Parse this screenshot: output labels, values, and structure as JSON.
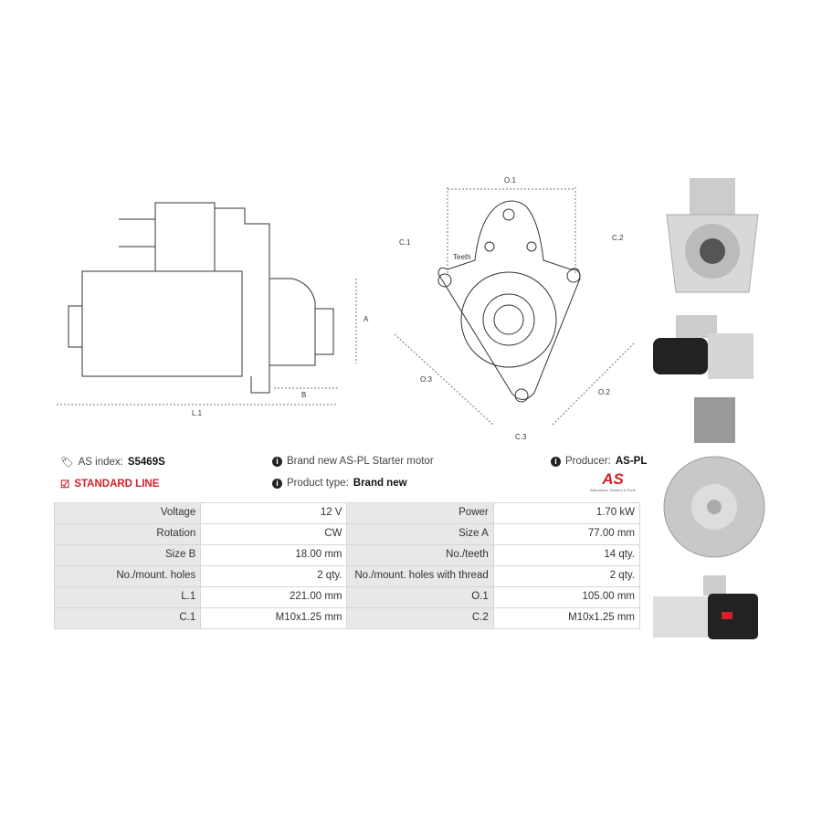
{
  "drawing_labels": {
    "l1": "L.1",
    "a": "A",
    "b": "B",
    "o1": "O.1",
    "o2": "O.2",
    "o3": "O.3",
    "c1": "C.1",
    "c2": "C.2",
    "c3": "C.3",
    "teeth": "Teeth"
  },
  "info": {
    "as_index_label": "AS index:",
    "as_index_value": "S5469S",
    "line": "STANDARD LINE",
    "description": "Brand new AS-PL Starter motor",
    "product_type_label": "Product type:",
    "product_type_value": "Brand new",
    "producer_label": "Producer:",
    "producer_value": "AS-PL",
    "logo_text": "AS",
    "logo_tagline": "Alternators, Starters & Parts"
  },
  "specs": [
    [
      {
        "label": "Voltage",
        "value": "12 V"
      },
      {
        "label": "Power",
        "value": "1.70 kW"
      }
    ],
    [
      {
        "label": "Rotation",
        "value": "CW"
      },
      {
        "label": "Size A",
        "value": "77.00 mm"
      }
    ],
    [
      {
        "label": "Size B",
        "value": "18.00 mm"
      },
      {
        "label": "No./teeth",
        "value": "14 qty."
      }
    ],
    [
      {
        "label": "No./mount. holes",
        "value": "2 qty."
      },
      {
        "label": "No./mount. holes with thread",
        "value": "2 qty."
      }
    ],
    [
      {
        "label": "L.1",
        "value": "221.00 mm"
      },
      {
        "label": "O.1",
        "value": "105.00 mm"
      }
    ],
    [
      {
        "label": "C.1",
        "value": "M10x1.25 mm"
      },
      {
        "label": "C.2",
        "value": "M10x1.25 mm"
      }
    ]
  ],
  "colors": {
    "accent": "#d4202a"
  }
}
